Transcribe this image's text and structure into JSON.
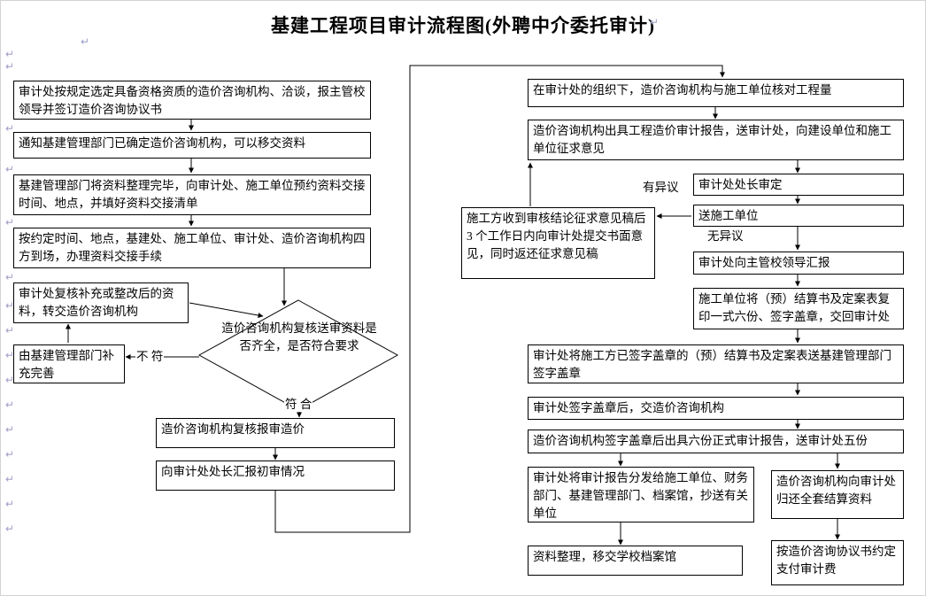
{
  "title": "基建工程项目审计流程图(外聘中介委托审计)",
  "marks": {
    "glyph": "↵"
  },
  "labels": {
    "no_match": "不 符",
    "match": "符 合",
    "objection": "有异议",
    "no_objection": "无异议"
  },
  "nodes": {
    "select_agency": {
      "text": "审计处按规定选定具备资格资质的造价咨询机构、洽谈，报主管校领导并签订造价咨询协议书"
    },
    "notify_dept": {
      "text": "通知基建管理部门已确定造价咨询机构，可以移交资料"
    },
    "prepare_materials": {
      "text": "基建管理部门将资料整理完毕，向审计处、施工单位预约资料交接时间、地点，并填好资料交接清单"
    },
    "handover": {
      "text": "按约定时间、地点，基建处、施工单位、审计处、造价咨询机构四方到场，办理资料交接手续"
    },
    "audit_review_transfer": {
      "text": "审计处复核补充或整改后的资料，转交造价咨询机构"
    },
    "dept_supplement": {
      "text": "由基建管理部门补充完善"
    },
    "decision_check": {
      "text": "造价咨询机构复核送审资料是否齐全，是否符合要求"
    },
    "review_declared_cost": {
      "text": "造价咨询机构复核报审造价"
    },
    "report_director_initial": {
      "text": "向审计处处长汇报初审情况"
    },
    "verify_quantities": {
      "text": "在审计处的组织下，造价咨询机构与施工单位核对工程量"
    },
    "issue_cost_report": {
      "text": "造价咨询机构出具工程造价审计报告，送审计处，向建设单位和施工单位征求意见"
    },
    "director_approve": {
      "text": "审计处处长审定"
    },
    "send_contractor": {
      "text": "送施工单位"
    },
    "contractor_feedback": {
      "text": "施工方收到审核结论征求意见稿后 3 个工作日内向审计处提交书面意见，同时返还征求意见稿"
    },
    "report_leaders": {
      "text": "审计处向主管校领导汇报"
    },
    "contractor_copies": {
      "text": "施工单位将（预）结算书及定案表复印一式六份、签字盖章，交回审计处"
    },
    "send_dept_sign": {
      "text": "审计处将施工方已签字盖章的（预）结算书及定案表送基建管理部门签字盖章"
    },
    "audit_sign_transfer": {
      "text": "审计处签字盖章后，交造价咨询机构"
    },
    "issue_final_reports": {
      "text": "造价咨询机构签字盖章后出具六份正式审计报告，送审计处五份"
    },
    "distribute_reports": {
      "text": "审计处将审计报告分发给施工单位、财务部门、基建管理部门、档案馆，抄送有关单位"
    },
    "return_materials": {
      "text": "造价咨询机构向审计处归还全套结算资料"
    },
    "archive": {
      "text": "资料整理，移交学校档案馆"
    },
    "pay_fee": {
      "text": "按造价咨询协议书约定支付审计费"
    }
  }
}
